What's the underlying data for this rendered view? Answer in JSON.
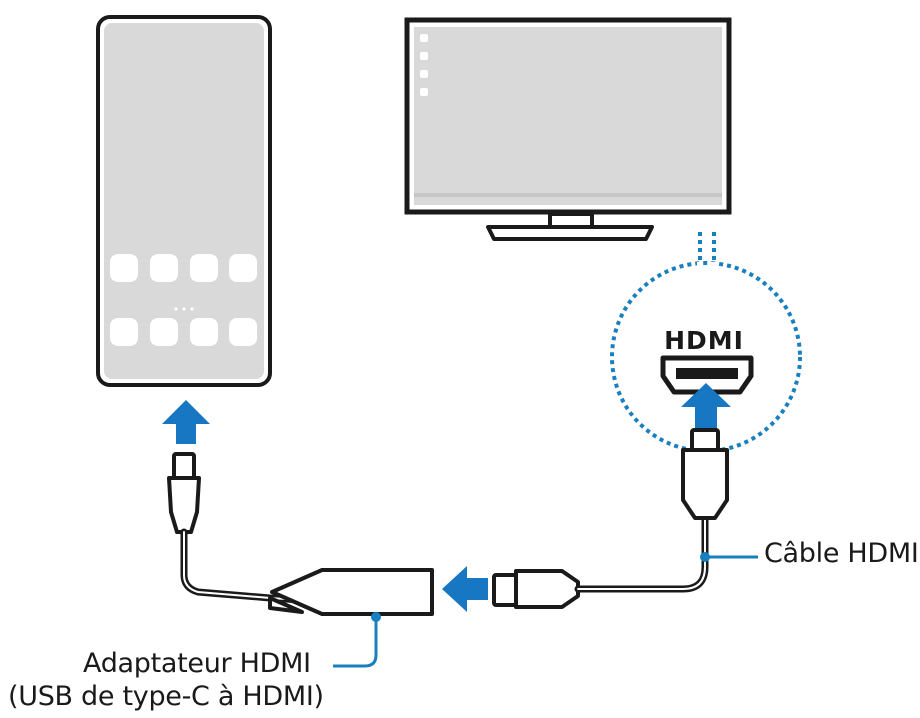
{
  "labels": {
    "hdmi_cable": "Câble HDMI",
    "adapter_line1": "Adaptateur HDMI",
    "adapter_line2": "(USB de type-C à HDMI)",
    "hdmi_logo": "HDMI"
  },
  "colors": {
    "outline": "#1a1a1a",
    "screen_fill": "#d9d9d9",
    "accent_blue": "#1877c2",
    "leader_blue": "#1a7fbf"
  },
  "phone": {
    "home_icon_rows": 2,
    "home_icons_per_row": 4
  },
  "tv": {
    "sidebar_dots": 4
  }
}
